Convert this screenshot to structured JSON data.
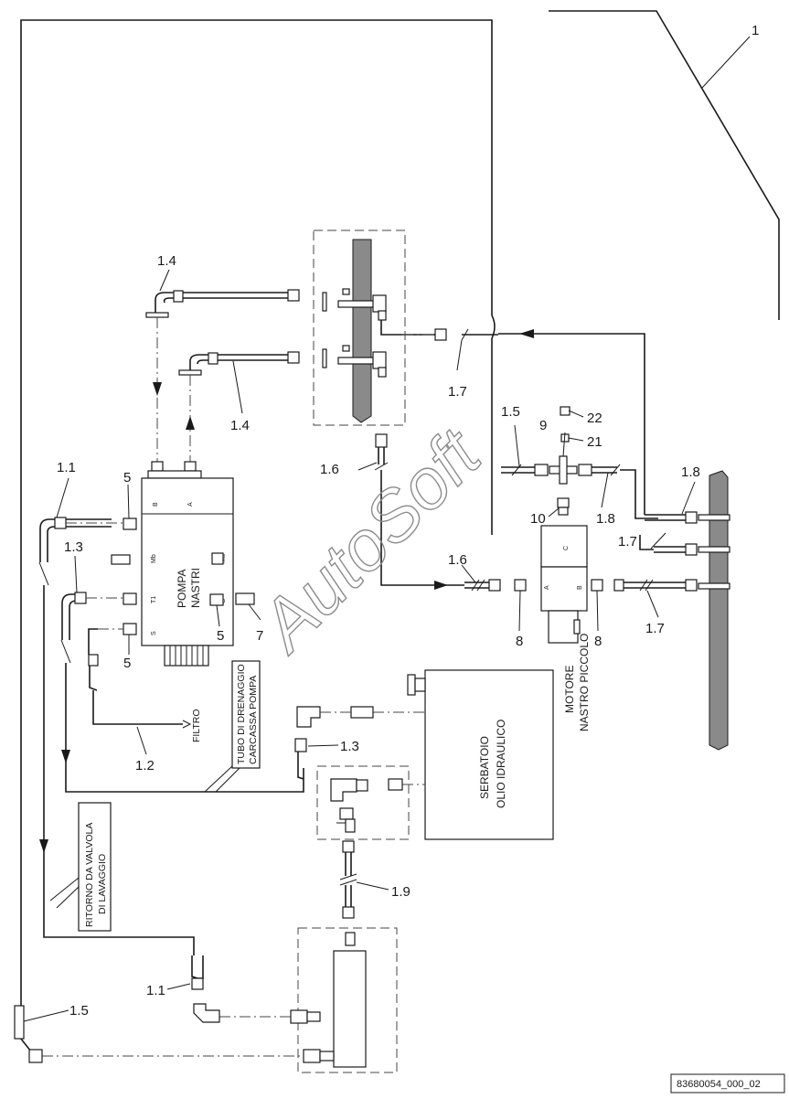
{
  "callouts": {
    "c1": "1",
    "c1_1": "1.1",
    "c1_2": "1.2",
    "c1_3": "1.3",
    "c1_4": "1.4",
    "c1_5": "1.5",
    "c1_6": "1.6",
    "c1_7": "1.7",
    "c1_8": "1.8",
    "c1_9": "1.9",
    "c5": "5",
    "c7": "7",
    "c8": "8",
    "c9": "9",
    "c10": "10",
    "c21": "21",
    "c22": "22"
  },
  "labels": {
    "pump_line1": "POMPA",
    "pump_line2": "NASTRI",
    "pump_port_b": "B",
    "pump_port_a": "A",
    "pump_port_mb": "Mb",
    "pump_port_ma": "Ma",
    "pump_port_t1": "T1",
    "pump_port_g": "G",
    "pump_port_s": "S",
    "filter": "FILTRO",
    "drain_line1": "TUBO DI DRENAGGIO",
    "drain_line2": "CARCASSA POMPA",
    "tank_line1": "SERBATOIO",
    "tank_line2": "OLIO IDRAULICO",
    "motor_line1": "MOTORE",
    "motor_line2": "NASTRO PICCOLO",
    "motor_port_a": "A",
    "motor_port_b": "B",
    "motor_port_c": "C",
    "return_line1": "RITORNO DA VALVOLA",
    "return_line2": "DI LAVAGGIO"
  },
  "watermark": "AutoSoft",
  "drawing_code": "83680054_000_02"
}
